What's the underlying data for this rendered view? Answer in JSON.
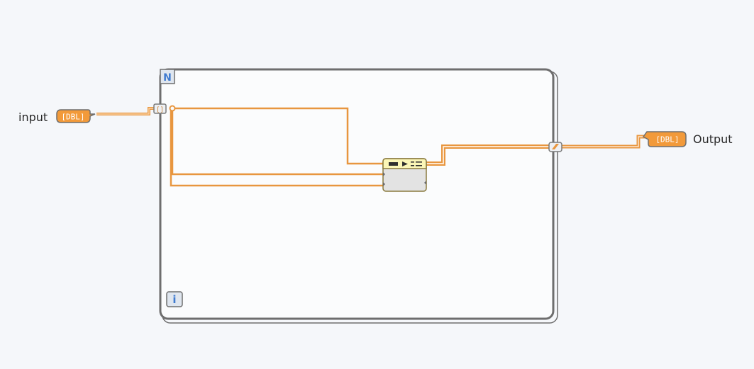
{
  "diagram": {
    "input_label": "input",
    "output_label": "Output",
    "input_terminal_type": "[DBL]",
    "output_terminal_type": "[DBL]",
    "loop_count_terminal": "N",
    "loop_iteration_terminal": "i",
    "tunnel_input_glyph": "[]"
  },
  "colors": {
    "background": "#f5f7fa",
    "loop_fill": "#fbfcfd",
    "loop_border": "#6e6e6e",
    "wire_orange": "#e8963f",
    "wire_orange_light": "#f9d2a6",
    "terminal_fill": "#f29a3a",
    "node_header": "#fbf6b7",
    "node_body": "#e3e3e3",
    "node_border": "#8a7a3e",
    "loop_terminal_fill": "#dfe6ef",
    "loop_terminal_text": "#3f7bd0"
  }
}
